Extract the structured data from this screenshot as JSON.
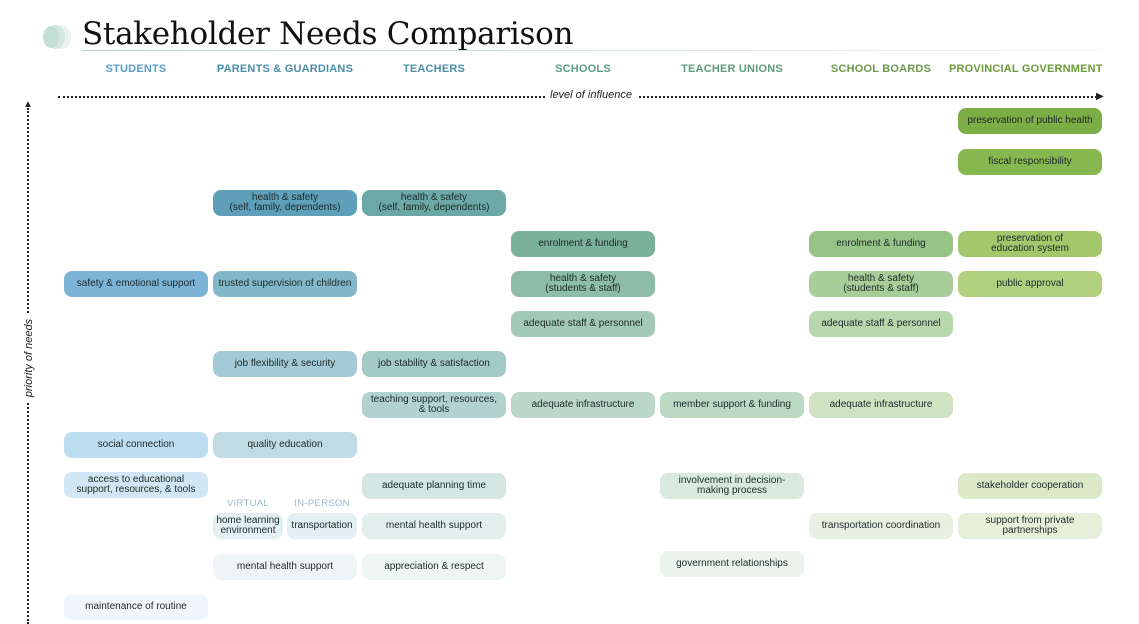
{
  "title": "Stakeholder Needs Comparison",
  "axes": {
    "horizontal_label": "level of influence",
    "vertical_label": "priority of needs"
  },
  "columns": [
    {
      "label": "STUDENTS",
      "color": "#5b9cc4"
    },
    {
      "label": "PARENTS & GUARDIANS",
      "color": "#4b8fa6"
    },
    {
      "label": "TEACHERS",
      "color": "#4b8fa6"
    },
    {
      "label": "SCHOOLS",
      "color": "#5c9a86"
    },
    {
      "label": "TEACHER UNIONS",
      "color": "#5e9a80"
    },
    {
      "label": "SCHOOL BOARDS",
      "color": "#6b9a4e"
    },
    {
      "label": "PROVINCIAL GOVERNMENT",
      "color": "#6b9a3a"
    }
  ],
  "sub_labels": {
    "virtual": "VIRTUAL",
    "in_person": "IN-PERSON"
  },
  "needs": {
    "students": [
      "safety & emotional support",
      "social connection",
      "access to educational\nsupport, resources, & tools",
      "maintenance of routine"
    ],
    "parents_guardians": [
      "health & safety\n(self, family, dependents)",
      "trusted supervision of children",
      "job flexibility & security",
      "quality education",
      "home learning\nenvironment",
      "transportation",
      "mental health support"
    ],
    "teachers": [
      "health & safety\n(self, family, dependents)",
      "job stability & satisfaction",
      "teaching support, resources,\n& tools",
      "adequate planning time",
      "mental health support",
      "appreciation & respect"
    ],
    "schools": [
      "enrolment & funding",
      "health & safety\n(students & staff)",
      "adequate staff & personnel",
      "adequate infrastructure"
    ],
    "teacher_unions": [
      "member support & funding",
      "involvement in decision-\nmaking process",
      "government relationships"
    ],
    "school_boards": [
      "enrolment & funding",
      "health & safety\n(students & staff)",
      "adequate staff & personnel",
      "adequate infrastructure",
      "transportation coordination"
    ],
    "provincial_government": [
      "preservation of public health",
      "fiscal responsibility",
      "preservation of\neducation system",
      "public approval",
      "stakeholder cooperation",
      "support from private\npartnerships"
    ]
  }
}
